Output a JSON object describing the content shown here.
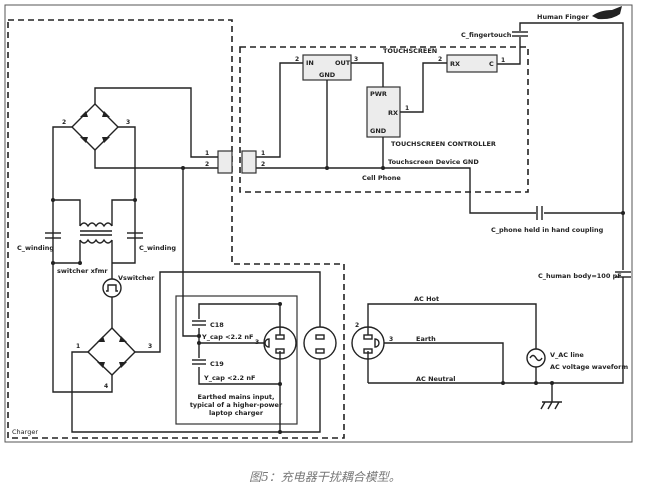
{
  "labels": {
    "human_finger": "Human Finger",
    "c_fingertouch": "C_fingertouch",
    "touchscreen": "TOUCHSCREEN",
    "ldo_in": "IN",
    "ldo_out": "OUT",
    "ldo_gnd": "GND",
    "rx_box_rx": "RX",
    "rx_box_c": "C",
    "ctrl_pwr": "PWR",
    "ctrl_rx": "RX",
    "ctrl_gnd": "GND",
    "touchscreen_controller": "TOUCHSCREEN CONTROLLER",
    "touchscreen_device_gnd": "Touchscreen Device GND",
    "cell_phone": "Cell Phone",
    "c_phone": "C_phone held in hand coupling",
    "c_human_body": "C_human body=100 pF",
    "c_winding_left": "C_winding",
    "c_winding_right": "C_winding",
    "switcher_xfmr": "switcher xfmr",
    "vswitcher": "Vswitcher",
    "c18": "C18",
    "c18_value": "Y_cap <2.2 nF",
    "c19": "C19",
    "c19_value": "Y_cap <2.2 nF",
    "earthed_note_1": "Earthed mains input,",
    "earthed_note_2": "typical of a higher-power",
    "earthed_note_3": "laptop charger",
    "charger": "Charger",
    "ac_hot": "AC Hot",
    "earth": "Earth",
    "ac_neutral": "AC Neutral",
    "v_ac_line": "V_AC line",
    "ac_waveform": "AC voltage waveform"
  },
  "pins": {
    "p1": "1",
    "p2": "2",
    "p3": "3",
    "p4": "4"
  },
  "caption": "图5：充电器干扰耦合模型。"
}
